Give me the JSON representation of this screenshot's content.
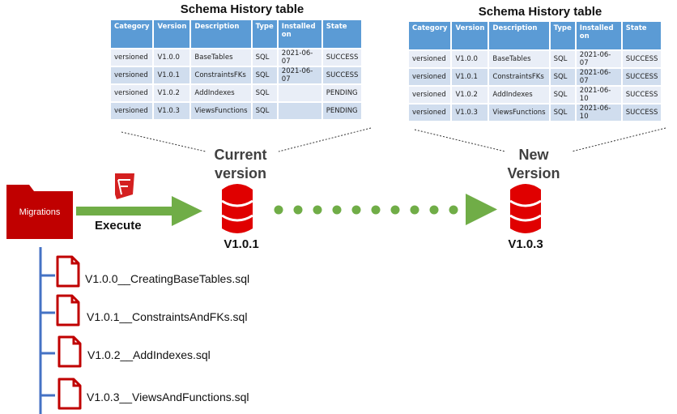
{
  "tables": [
    {
      "title": "Schema History table",
      "columns": [
        "Category",
        "Version",
        "Description",
        "Type",
        "Installed on",
        "State"
      ],
      "rows": [
        [
          "versioned",
          "V1.0.0",
          "BaseTables",
          "SQL",
          "2021-06-07",
          "SUCCESS"
        ],
        [
          "versioned",
          "V1.0.1",
          "ConstraintsFKs",
          "SQL",
          "2021-06-07",
          "SUCCESS"
        ],
        [
          "versioned",
          "V1.0.2",
          "AddIndexes",
          "SQL",
          "",
          "PENDING"
        ],
        [
          "versioned",
          "V1.0.3",
          "ViewsFunctions",
          "SQL",
          "",
          "PENDING"
        ]
      ]
    },
    {
      "title": "Schema History table",
      "columns": [
        "Category",
        "Version",
        "Description",
        "Type",
        "Installed on",
        "State"
      ],
      "rows": [
        [
          "versioned",
          "V1.0.0",
          "BaseTables",
          "SQL",
          "2021-06-07",
          "SUCCESS"
        ],
        [
          "versioned",
          "V1.0.1",
          "ConstraintsFKs",
          "SQL",
          "2021-06-07",
          "SUCCESS"
        ],
        [
          "versioned",
          "V1.0.2",
          "AddIndexes",
          "SQL",
          "2021-06-10",
          "SUCCESS"
        ],
        [
          "versioned",
          "V1.0.3",
          "ViewsFunctions",
          "SQL",
          "2021-06-10",
          "SUCCESS"
        ]
      ]
    }
  ],
  "current": {
    "label": "Current version",
    "version": "V1.0.1"
  },
  "next": {
    "label": "New Version",
    "version": "V1.0.3"
  },
  "execute_label": "Execute",
  "folder_label": "Migrations",
  "files": [
    "V1.0.0__CreatingBaseTables.sql",
    "V1.0.1__ConstraintsAndFKs.sql",
    "V1.0.2__AddIndexes.sql",
    "V1.0.3__ViewsAndFunctions.sql"
  ],
  "colors": {
    "red": "#c00000",
    "green": "#70ad47",
    "blue": "#4472c4",
    "header": "#5b9bd5"
  }
}
